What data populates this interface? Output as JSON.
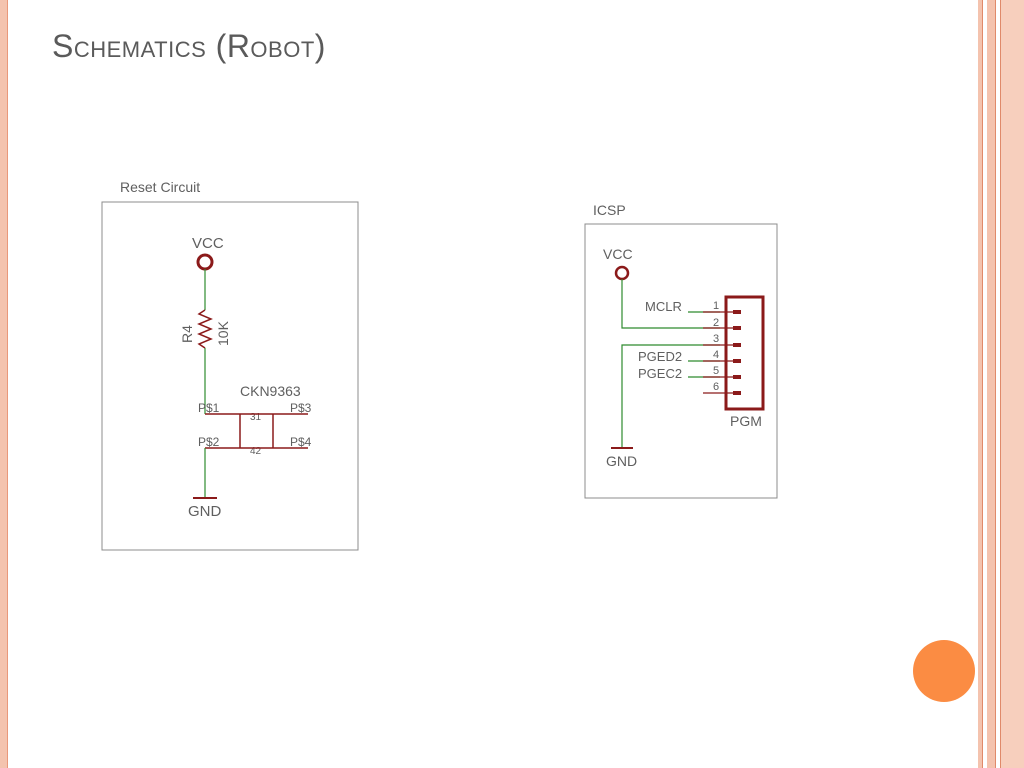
{
  "slide": {
    "title": "Schematics (Robot)"
  },
  "reset_circuit": {
    "frame_label": "Reset Circuit",
    "vcc_label": "VCC",
    "resistor_ref": "R4",
    "resistor_value": "10K",
    "switch_part": "CKN9363",
    "pin1": "P$1",
    "pin2": "P$2",
    "pin3": "P$3",
    "pin4": "P$4",
    "inner_pin_a": "31",
    "inner_pin_b": "42",
    "gnd_label": "GND"
  },
  "icsp": {
    "frame_label": "ICSP",
    "vcc_label": "VCC",
    "gnd_label": "GND",
    "connector_label": "PGM",
    "signals": [
      "MCLR",
      "PGED2",
      "PGEC2"
    ],
    "pin_numbers": [
      "1",
      "2",
      "3",
      "4",
      "5",
      "6"
    ]
  },
  "colors": {
    "wire": "#2e8b2e",
    "component": "#8b1a1a",
    "frame": "#8c8c8c",
    "accent_dot": "#fb8c43",
    "border": "#f4c3ae"
  }
}
